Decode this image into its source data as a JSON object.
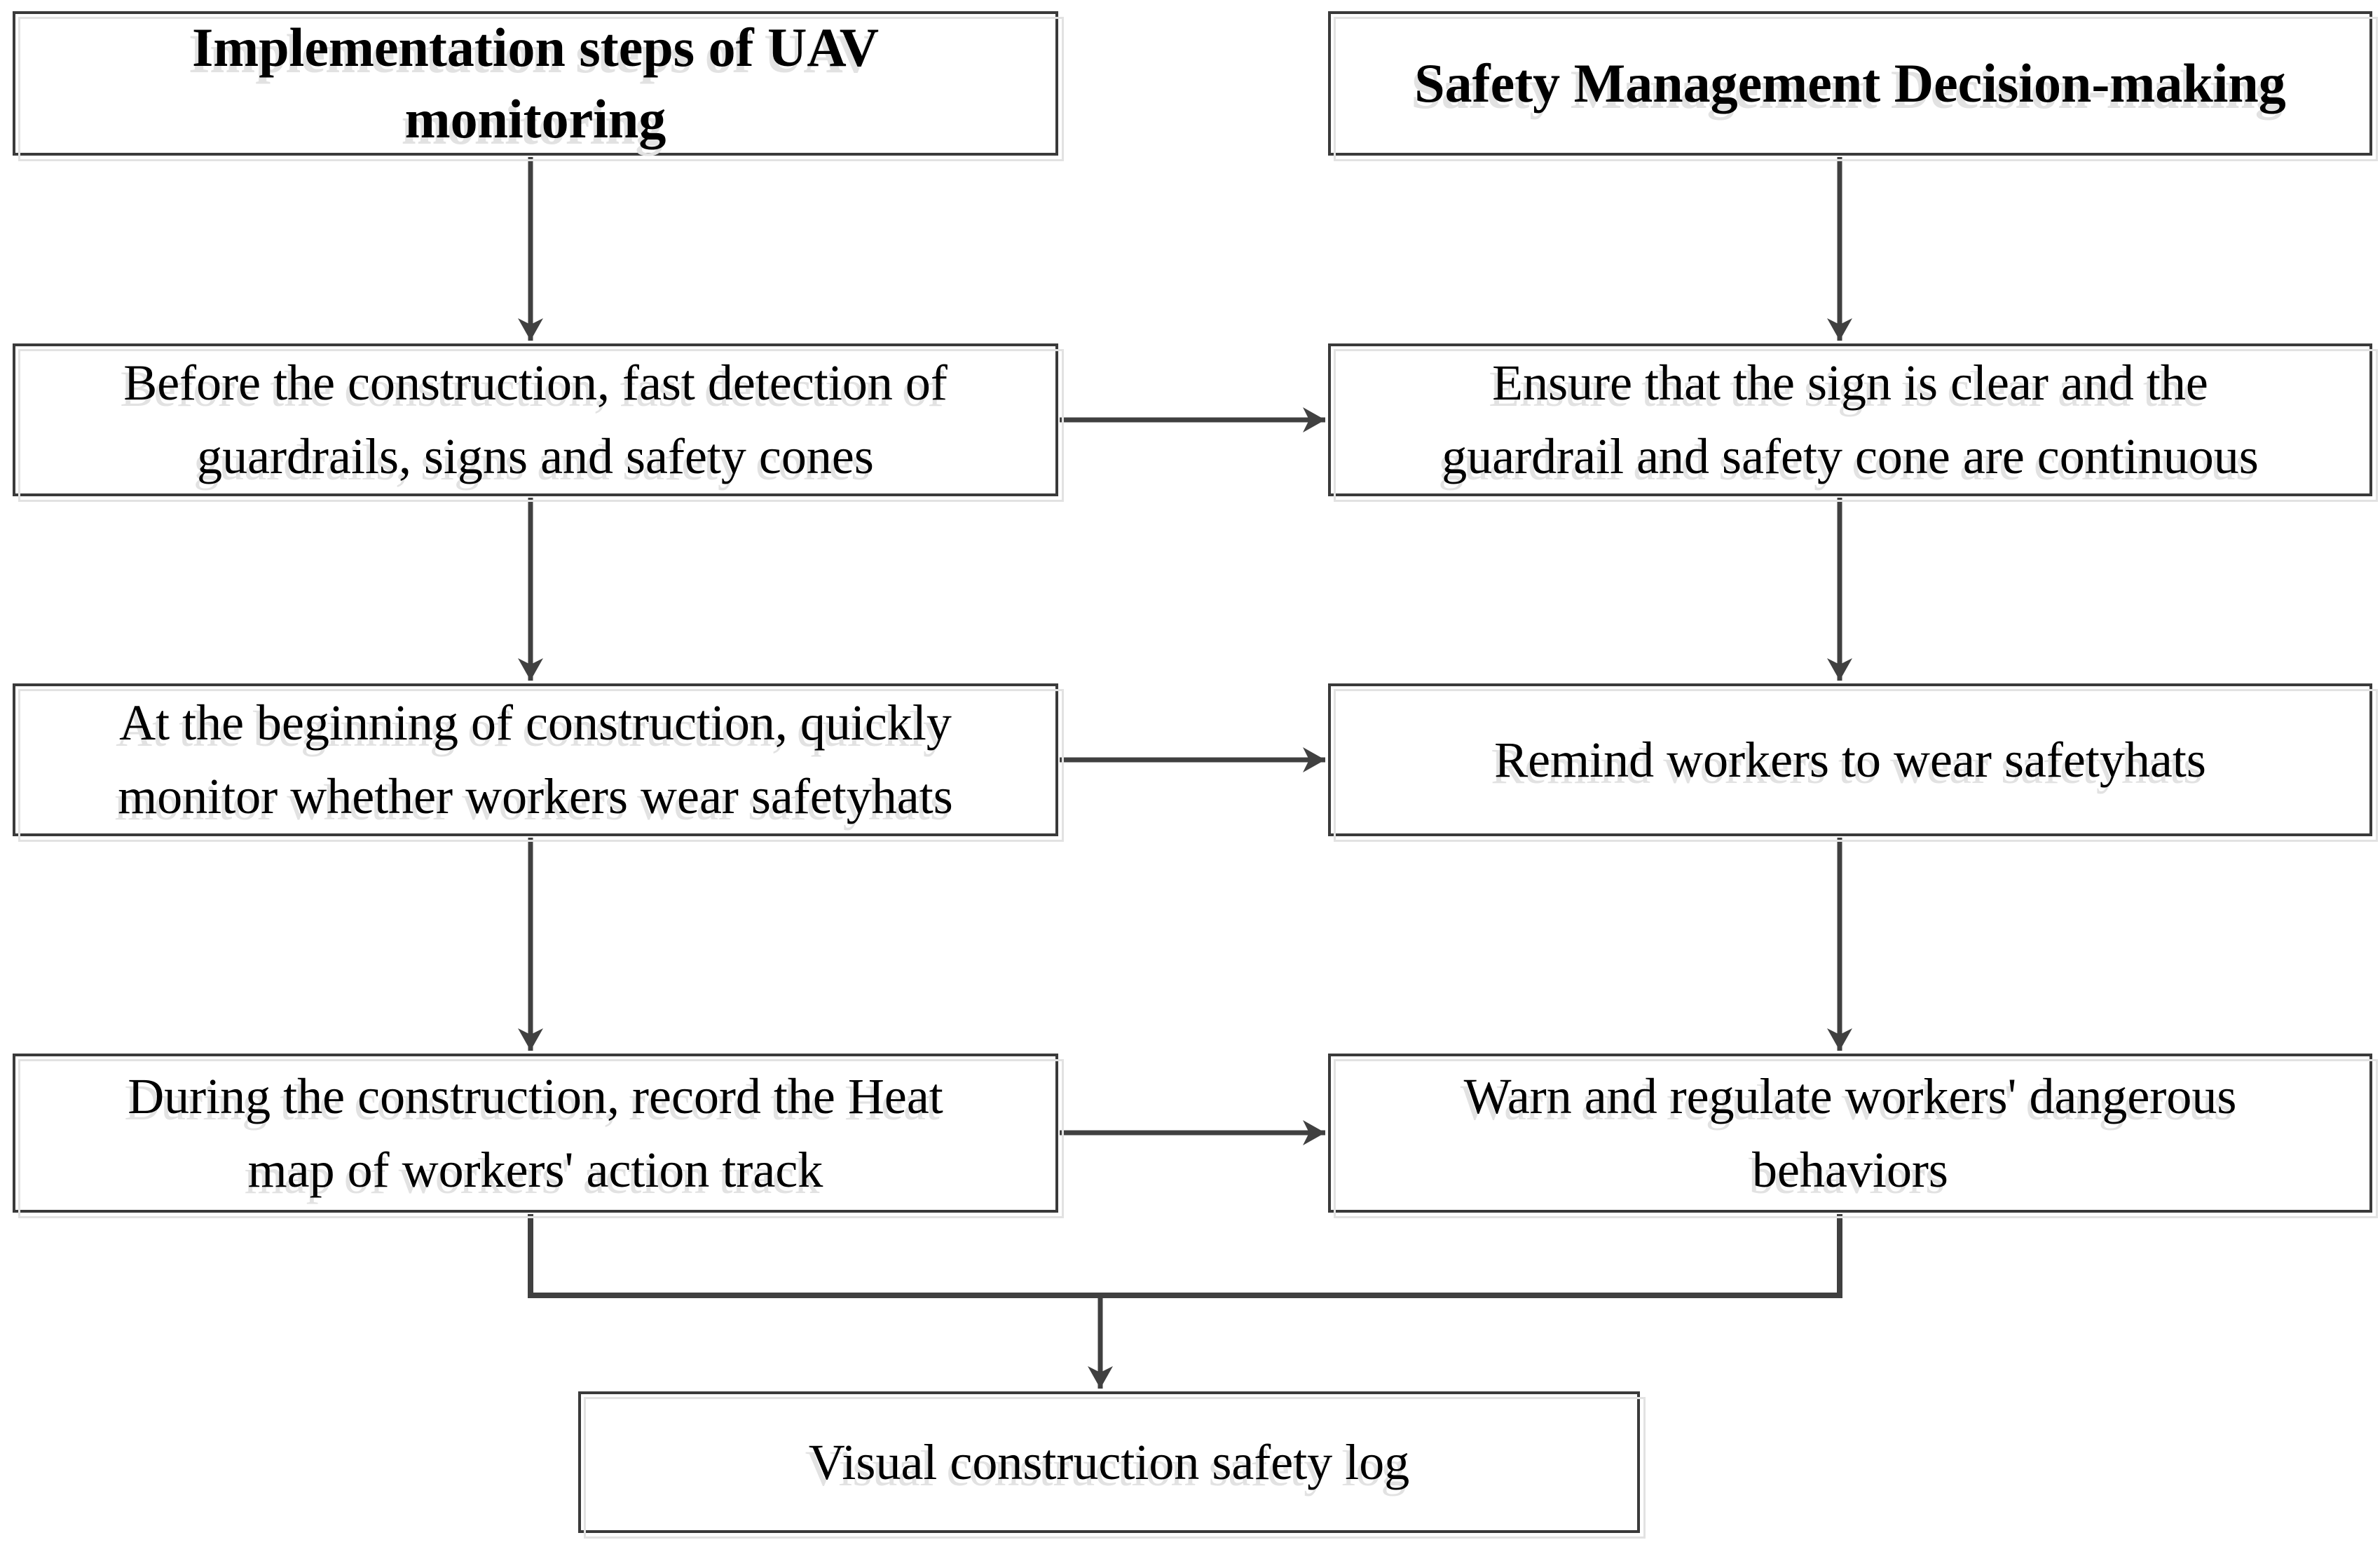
{
  "diagram": {
    "left_column": {
      "header_lines": [
        "Implementation steps of UAV",
        "monitoring"
      ],
      "steps": [
        {
          "lines": [
            "Before the construction, fast detection of",
            "guardrails, signs and safety cones"
          ]
        },
        {
          "lines": [
            "At the beginning of construction, quickly",
            "monitor whether workers wear safetyhats"
          ]
        },
        {
          "lines": [
            "During the construction, record the Heat",
            "map of workers' action track"
          ]
        }
      ]
    },
    "right_column": {
      "header_lines": [
        "Safety Management Decision-making"
      ],
      "steps": [
        {
          "lines": [
            "Ensure that the sign is clear and the",
            "guardrail and safety cone are continuous"
          ]
        },
        {
          "lines": [
            "Remind workers to wear safetyhats"
          ]
        },
        {
          "lines": [
            "Warn and regulate workers' dangerous",
            "behaviors"
          ]
        }
      ]
    },
    "result_lines": [
      "Visual construction safety log"
    ]
  },
  "colors": {
    "background": "#ffffff",
    "box_border": "#3a3a3a",
    "connector_line": "#404040",
    "shadow": "#e2e2e2",
    "text": "#000000"
  }
}
